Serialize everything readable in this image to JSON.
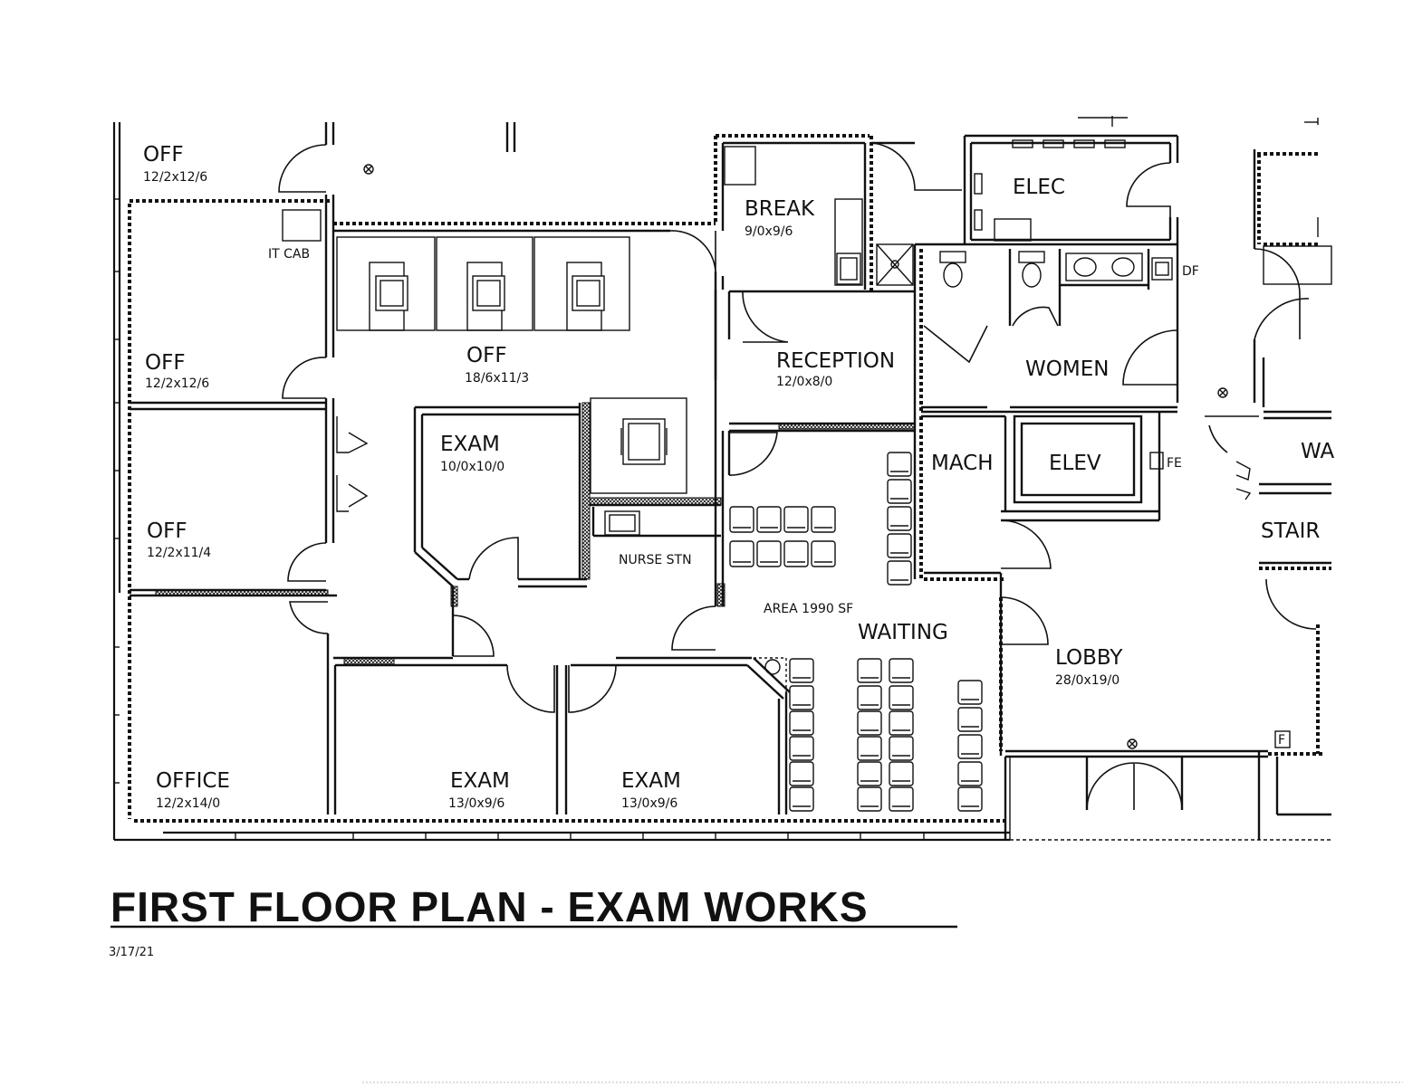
{
  "title": "FIRST FLOOR PLAN - EXAM WORKS",
  "date": "3/17/21",
  "rooms": {
    "off_top_left": {
      "name": "OFF",
      "dims": "12/2x12/6"
    },
    "it_cab": {
      "name": "IT CAB"
    },
    "off_left_mid": {
      "name": "OFF",
      "dims": "12/2x12/6"
    },
    "off_center": {
      "name": "OFF",
      "dims": "18/6x11/3"
    },
    "off_left_low": {
      "name": "OFF",
      "dims": "12/2x11/4"
    },
    "office": {
      "name": "OFFICE",
      "dims": "12/2x14/0"
    },
    "exam_center": {
      "name": "EXAM",
      "dims": "10/0x10/0"
    },
    "nurse_stn": {
      "name": "NURSE STN"
    },
    "exam_bottom_1": {
      "name": "EXAM",
      "dims": "13/0x9/6"
    },
    "exam_bottom_2": {
      "name": "EXAM",
      "dims": "13/0x9/6"
    },
    "break": {
      "name": "BREAK",
      "dims": "9/0x9/6"
    },
    "reception": {
      "name": "RECEPTION",
      "dims": "12/0x8/0"
    },
    "elec": {
      "name": "ELEC"
    },
    "women": {
      "name": "WOMEN"
    },
    "df": {
      "name": "DF"
    },
    "mach": {
      "name": "MACH"
    },
    "elev": {
      "name": "ELEV"
    },
    "fe": {
      "name": "FE"
    },
    "waiting": {
      "name": "WAITING",
      "area": "AREA 1990 SF"
    },
    "lobby": {
      "name": "LOBBY",
      "dims": "28/0x19/0"
    },
    "stair": {
      "name": "STAIR"
    },
    "wa_partial": {
      "name": "WA"
    },
    "f_box": {
      "name": "F"
    }
  }
}
